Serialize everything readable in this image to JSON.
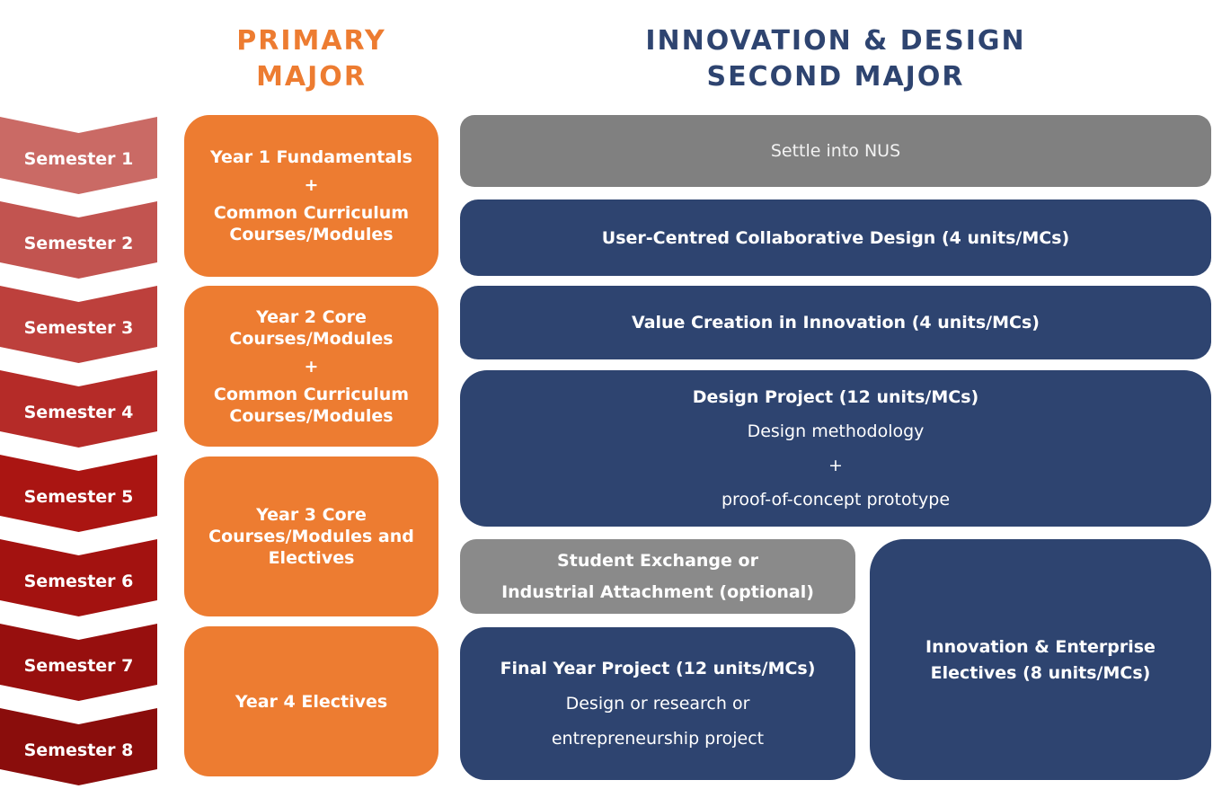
{
  "headers": {
    "primary": {
      "line1": "PRIMARY",
      "line2": "MAJOR",
      "color": "#ED7C31"
    },
    "second": {
      "line1": "INNOVATION & DESIGN",
      "line2": "SECOND MAJOR",
      "color": "#2E4470"
    }
  },
  "semesters": [
    {
      "label": "Semester 1",
      "color": "#CA6A65"
    },
    {
      "label": "Semester 2",
      "color": "#C25450"
    },
    {
      "label": "Semester 3",
      "color": "#BD403C"
    },
    {
      "label": "Semester 4",
      "color": "#B52B28"
    },
    {
      "label": "Semester 5",
      "color": "#AA1512"
    },
    {
      "label": "Semester 6",
      "color": "#A31210"
    },
    {
      "label": "Semester 7",
      "color": "#970F0E"
    },
    {
      "label": "Semester 8",
      "color": "#8A0D0C"
    }
  ],
  "primary_major": {
    "box_color": "#ED7C31",
    "box1": {
      "line1": "Year 1 Fundamentals",
      "line2": "+",
      "line3": "Common Curriculum Courses/Modules"
    },
    "box2": {
      "line1": "Year 2 Core Courses/Modules",
      "line2": "+",
      "line3": "Common Curriculum Courses/Modules"
    },
    "box3": {
      "line1": "Year 3 Core Courses/Modules and Electives"
    },
    "box4": {
      "line1": "Year 4 Electives"
    }
  },
  "second_major": {
    "box_color": "#2E4470",
    "settle": {
      "text": "Settle into NUS",
      "color": "#808080"
    },
    "ucd": {
      "text": "User-Centred Collaborative Design (4 units/MCs)"
    },
    "vci": {
      "text": "Value Creation in Innovation (4 units/MCs)"
    },
    "design_project": {
      "title": "Design Project (12 units/MCs)",
      "line2": "Design methodology",
      "line3": "+",
      "line4": "proof-of-concept prototype"
    },
    "exchange": {
      "line1": "Student Exchange or",
      "line2": "Industrial Attachment (optional)",
      "color": "#8A8A8A"
    },
    "fyp": {
      "title": "Final Year Project (12 units/MCs)",
      "line2": "Design or research or",
      "line3": "entrepreneurship project"
    },
    "ie_electives": {
      "line1": "Innovation & Enterprise",
      "line2": "Electives (8 units/MCs)"
    }
  }
}
